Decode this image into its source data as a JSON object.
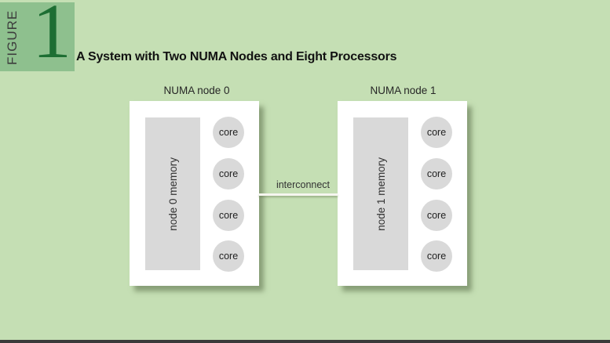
{
  "figure": {
    "kicker": "FIGURE",
    "number": "1",
    "title": "A System with Two NUMA Nodes and Eight Processors"
  },
  "diagram": {
    "nodes": [
      {
        "label": "NUMA node 0",
        "memory_label": "node 0 memory",
        "cores": [
          "core",
          "core",
          "core",
          "core"
        ]
      },
      {
        "label": "NUMA node 1",
        "memory_label": "node 1 memory",
        "cores": [
          "core",
          "core",
          "core",
          "core"
        ]
      }
    ],
    "interconnect_label": "interconnect"
  },
  "colors": {
    "background": "#c5dfb4",
    "badge_green": "#8ec08e",
    "figure_number_green": "#1d6e33",
    "block_gray": "#d9d9d9",
    "node_box_white": "#ffffff",
    "bottom_rule": "#3a3a3a",
    "interconnect_line": "#f6f6f0"
  }
}
